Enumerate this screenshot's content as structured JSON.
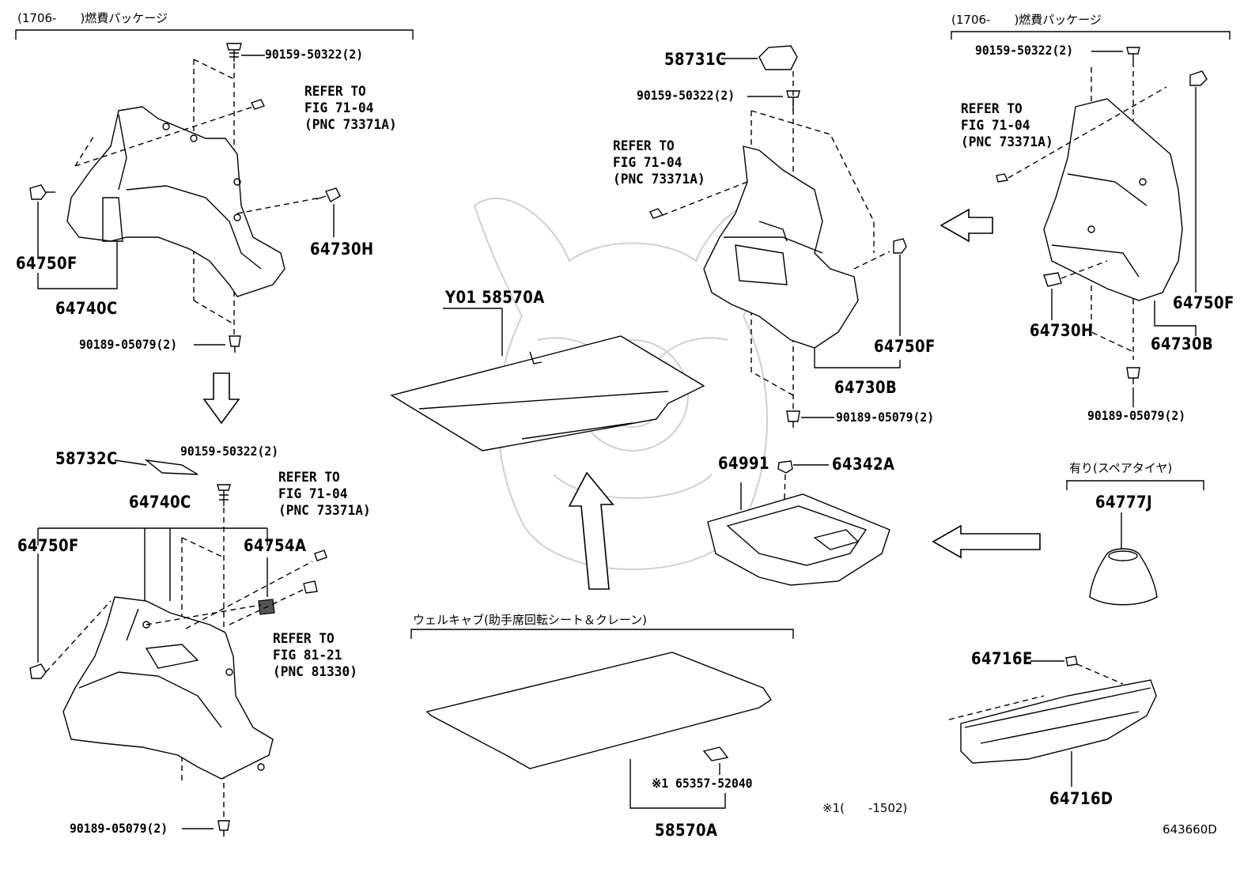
{
  "header_note_left": "(1706-　　)燃費パッケージ",
  "header_note_right": "(1706-　　)燃費パッケージ",
  "spare_tire_note": "有り(スペアタイヤ)",
  "welcab_note": "ウェルキャブ(助手席回転シート＆クレーン)",
  "footnote": "※1(　　-1502)",
  "diagram_code": "643660D",
  "refer": {
    "r1": "REFER TO\nFIG 71-04\n(PNC 73371A)",
    "r2": "REFER TO\nFIG 71-04\n(PNC 73371A)",
    "r3": "REFER TO\nFIG 71-04\n(PNC 73371A)",
    "r4": "REFER TO\nFIG 71-04\n(PNC 73371A)",
    "r5": "REFER TO\nFIG 81-21\n(PNC 81330)"
  },
  "parts": {
    "p_90159_a": "90159-50322(2)",
    "p_64750F_a": "64750F",
    "p_64740C_a": "64740C",
    "p_64730H_a": "64730H",
    "p_90189_a": "90189-05079(2)",
    "p_58732C": "58732C",
    "p_90159_b": "90159-50322(2)",
    "p_64740C_b": "64740C",
    "p_64750F_b": "64750F",
    "p_64754A": "64754A",
    "p_90189_b": "90189-05079(2)",
    "p_Y01_58570A": "Y01 58570A",
    "p_58731C": "58731C",
    "p_90159_c": "90159-50322(2)",
    "p_64750F_c": "64750F",
    "p_64730B_c": "64730B",
    "p_90189_c": "90189-05079(2)",
    "p_64991": "64991",
    "p_64342A": "64342A",
    "p_90159_d": "90159-50322(2)",
    "p_64730H_d": "64730H",
    "p_64750F_d": "64750F",
    "p_64730B_d": "64730B",
    "p_90189_d": "90189-05079(2)",
    "p_64777J": "64777J",
    "p_64716E": "64716E",
    "p_64716D": "64716D",
    "p_65357": "※1 65357-52040",
    "p_58570A": "58570A"
  }
}
